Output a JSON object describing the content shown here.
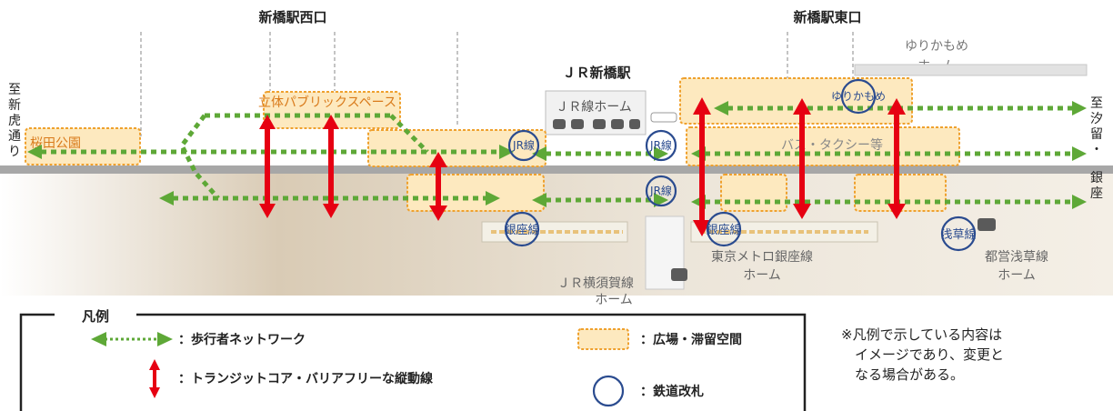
{
  "labels": {
    "west_exit": "新橋駅西口",
    "east_exit": "新橋駅東口",
    "jr_station": "ＪＲ新橋駅",
    "jr_home": "ＪＲ線ホーム",
    "yurikamome_home_1": "ゆりかもめ",
    "yurikamome_home_2": "ホーム",
    "to_toranomon": [
      "至",
      "新",
      "虎",
      "通",
      "り"
    ],
    "to_shiodome": [
      "至",
      "汐",
      "留",
      "・",
      "銀",
      "座"
    ],
    "sakurada_park": "桜田公園",
    "rittai_public_space": "立体パブリックスペース",
    "bus_taxi": "バス・タクシー等",
    "yokosuka_home_1": "ＪＲ横須賀線",
    "yokosuka_home_2": "ホーム",
    "metro_ginza_home_1": "東京メトロ銀座線",
    "metro_ginza_home_2": "ホーム",
    "toei_asakusa_home_1": "都営浅草線",
    "toei_asakusa_home_2": "ホーム"
  },
  "gates": {
    "jr_1": "JR線",
    "jr_2": "JR線",
    "jr_3": "JR線",
    "yurikamome": "ゆりかもめ",
    "ginza_1": "銀座線",
    "ginza_2": "銀座線",
    "asakusa": "浅草線"
  },
  "legend": {
    "title": "凡例",
    "pedestrian": "：歩行者ネットワーク",
    "transit_core": "：トランジットコア・バリアフリーな縦動線",
    "plaza": "：広場・滞留空間",
    "gate": "：鉄道改札",
    "note_1": "※凡例で示している内容は",
    "note_2": "イメージであり、変更と",
    "note_3": "なる場合がある。"
  },
  "colors": {
    "pedestrian": "#5ea837",
    "transit_core": "#e60012",
    "plaza_fill": "#fde9bf",
    "plaza_border": "#efa12e",
    "gate": "#2a4b8f"
  },
  "icons": [
    "train-icon",
    "bus-icon"
  ]
}
